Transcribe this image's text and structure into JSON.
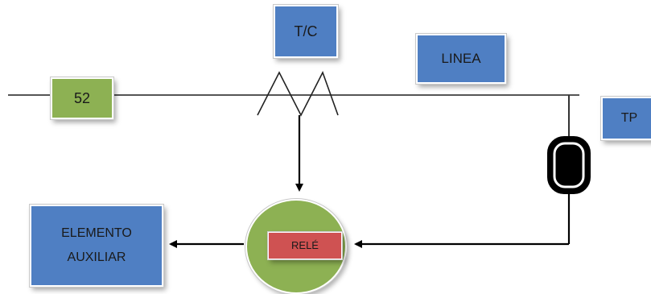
{
  "diagram": {
    "breaker_label": "52",
    "ct_label": "T/C",
    "line_label": "LINEA",
    "pt_label": "TP",
    "relay_label": "RELÉ",
    "aux_label_line1": "ELEMENTO",
    "aux_label_line2": "AUXILIAR"
  },
  "colors": {
    "box_blue": "#4f7fc3",
    "box_green": "#8db153",
    "relay_red": "#cf5252",
    "wire": "#000000"
  }
}
